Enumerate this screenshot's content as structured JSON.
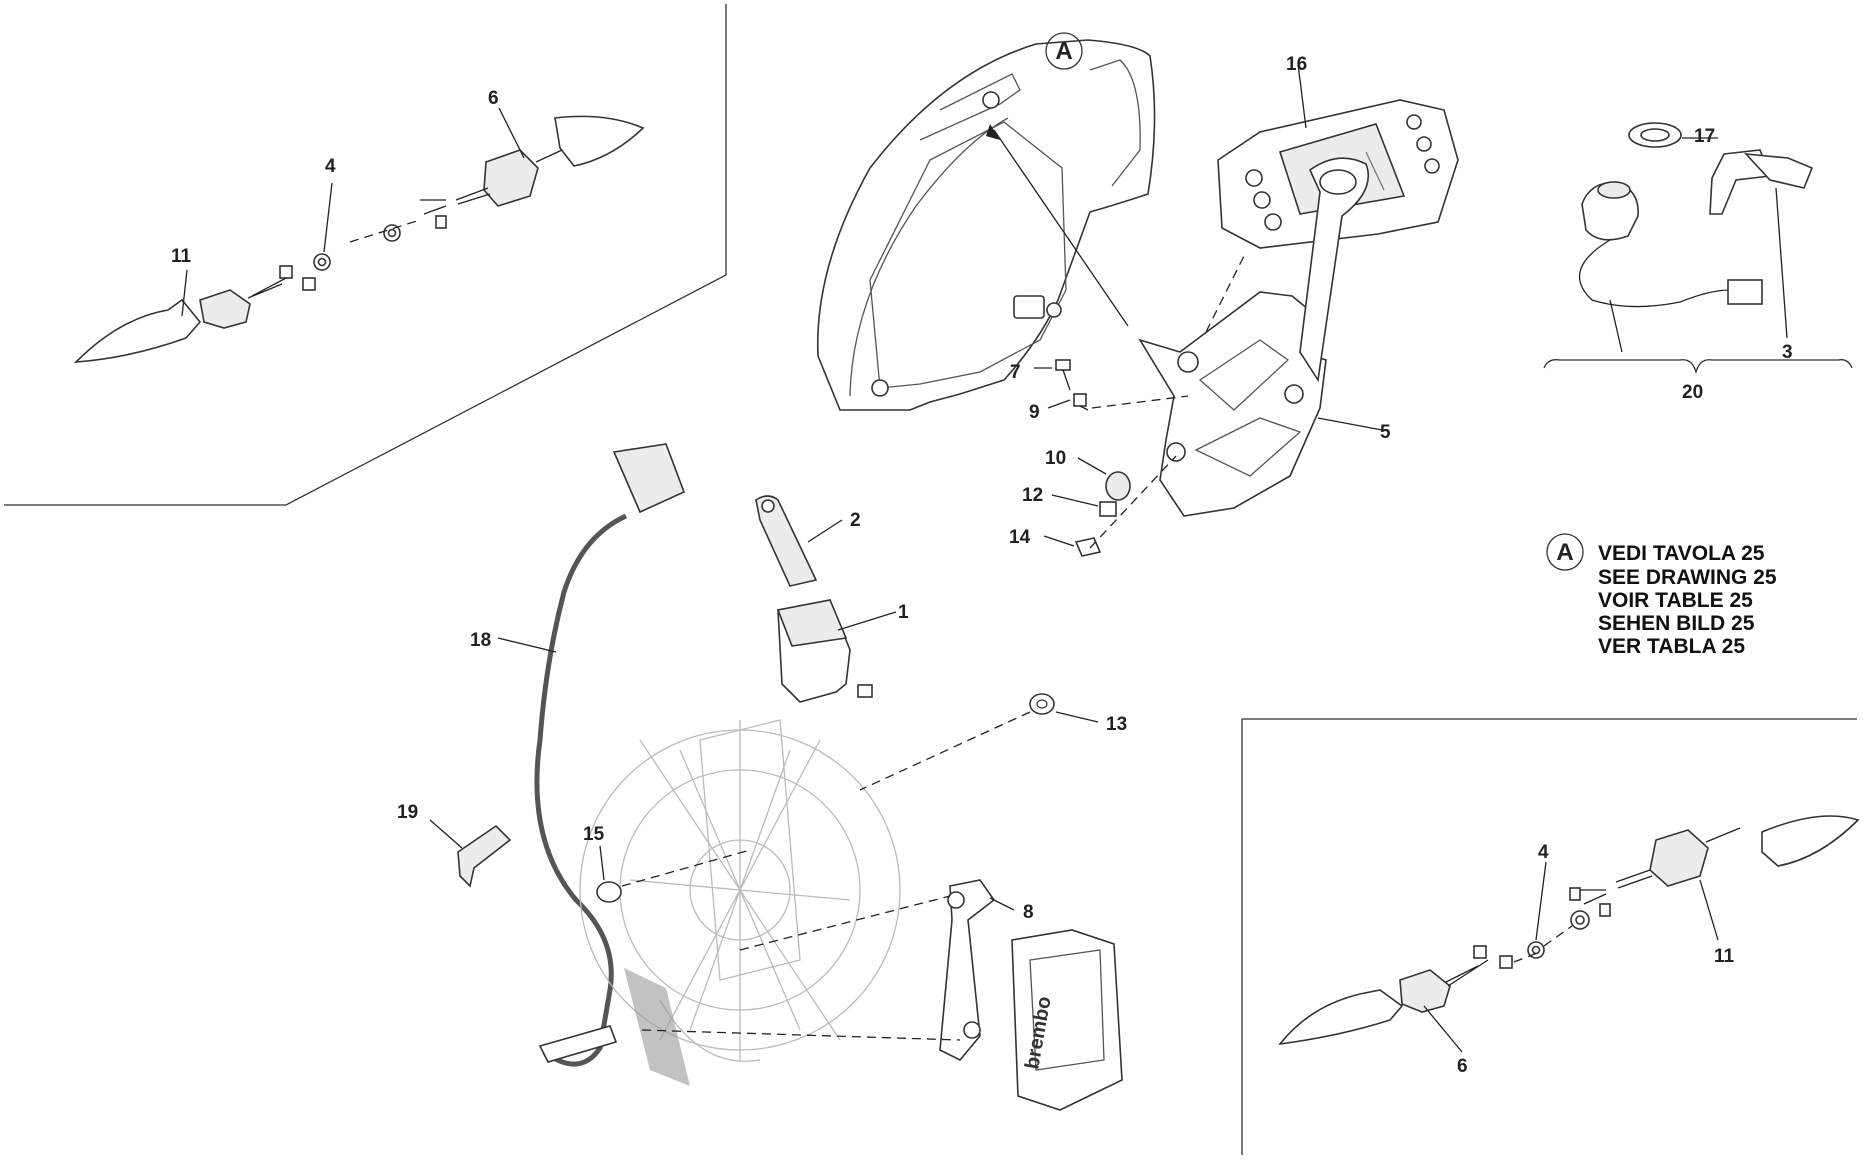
{
  "callouts": {
    "c1": "1",
    "c2": "2",
    "c3": "3",
    "c4a": "4",
    "c4b": "4",
    "c5": "5",
    "c6a": "6",
    "c6b": "6",
    "c7": "7",
    "c8": "8",
    "c9": "9",
    "c10": "10",
    "c11a": "11",
    "c11b": "11",
    "c12": "12",
    "c13": "13",
    "c14": "14",
    "c15": "15",
    "c16": "16",
    "c17": "17",
    "c18": "18",
    "c19": "19",
    "c20": "20"
  },
  "reference": {
    "marker": "A",
    "lines": [
      "VEDI TAVOLA 25",
      "SEE DRAWING 25",
      "VOIR TABLE 25",
      "SEHEN BILD 25",
      "VER TABLA 25"
    ]
  },
  "caliper_brand": "brembo"
}
